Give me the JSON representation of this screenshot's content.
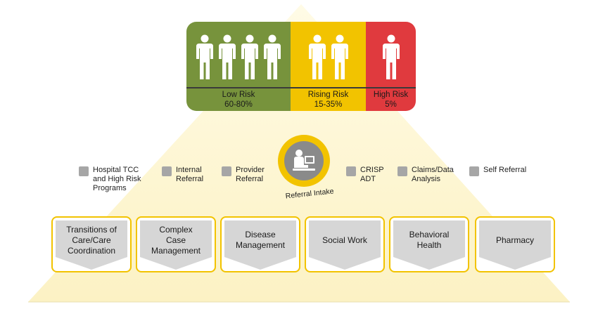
{
  "risk_tiers": [
    {
      "name": "Low Risk",
      "percent": "60-80%",
      "people_count": 4,
      "color": "#77933c"
    },
    {
      "name": "Rising Risk",
      "percent": "15-35%",
      "people_count": 2,
      "color": "#f2c300"
    },
    {
      "name": "High Risk",
      "percent": "5%",
      "people_count": 1,
      "color": "#e03a3e"
    }
  ],
  "referral_sources": [
    "Hospital TCC\nand High Risk\nPrograms",
    "Internal\nReferral",
    "Provider\nReferral",
    "CRISP\nADT",
    "Claims/Data\nAnalysis",
    "Self Referral"
  ],
  "intake": {
    "label": "Referral Intake",
    "icon": "person-at-laptop-icon"
  },
  "services": [
    "Transitions of\nCare/Care\nCoordination",
    "Complex\nCase\nManagement",
    "Disease\nManagement",
    "Social Work",
    "Behavioral\nHealth",
    "Pharmacy"
  ],
  "colors": {
    "accent": "#f2c300",
    "pyramid": "#fdf6cf",
    "tile": "#d6d6d6"
  }
}
